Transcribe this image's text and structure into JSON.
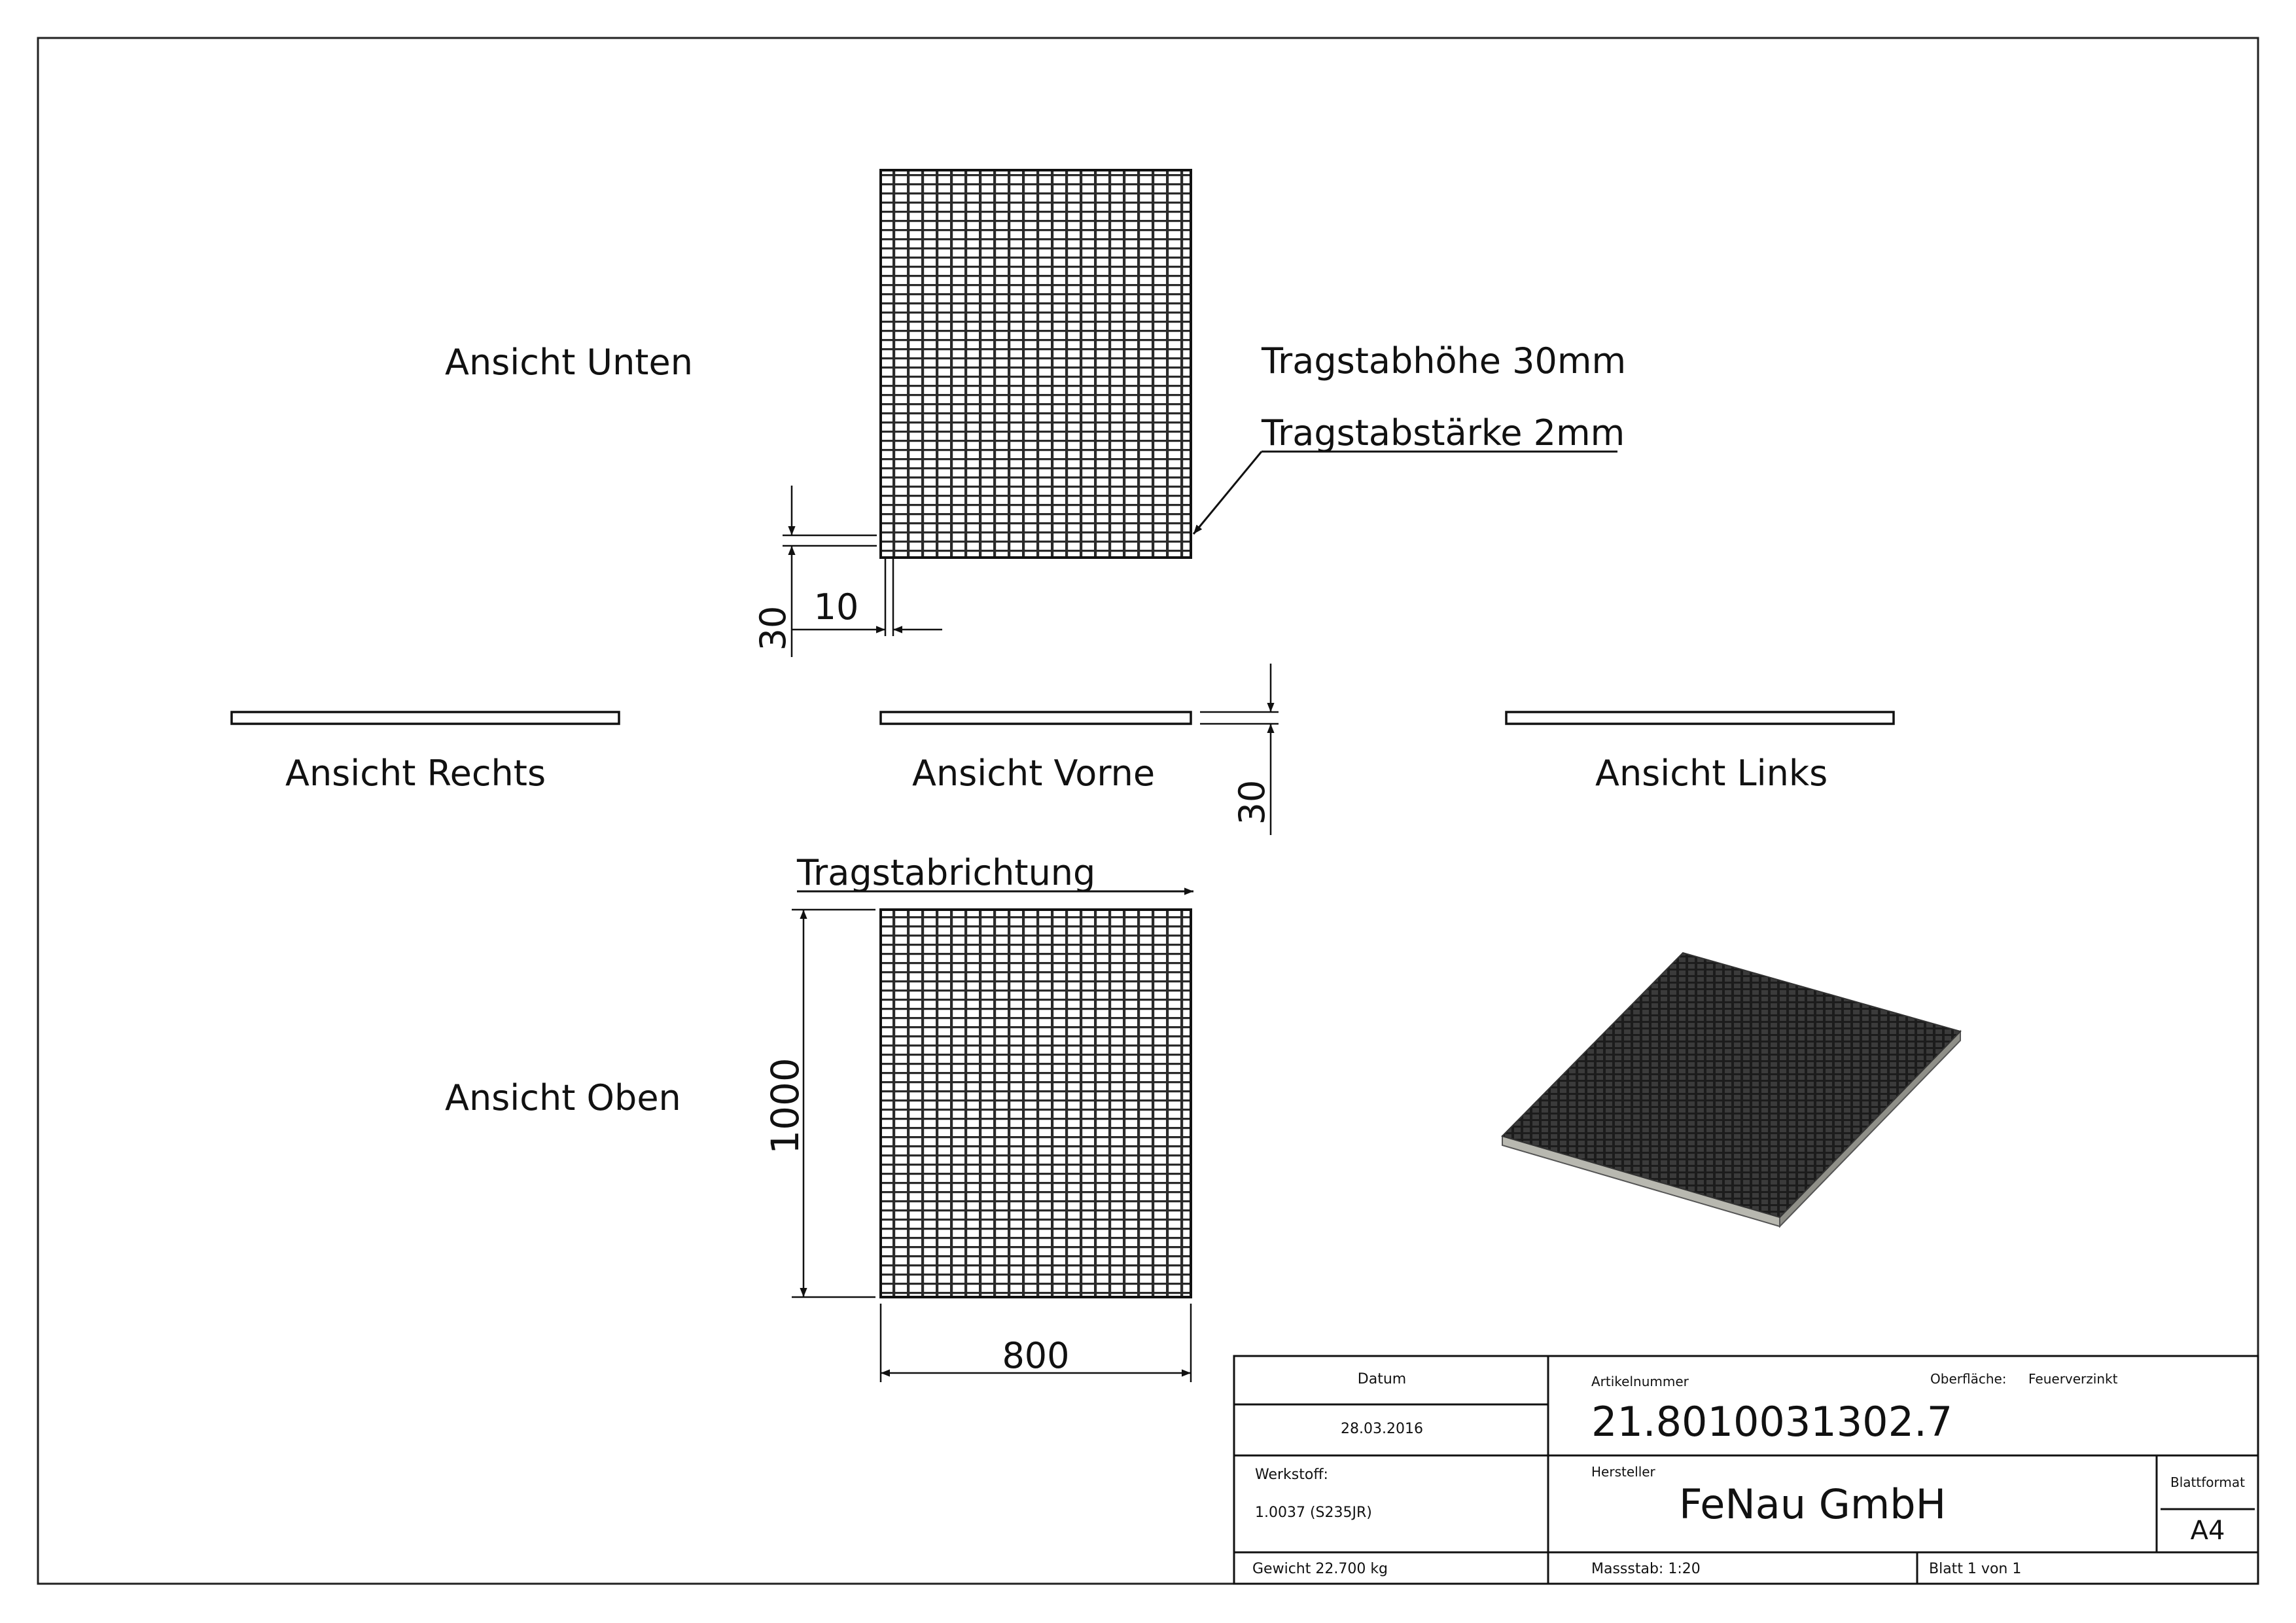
{
  "views": {
    "bottom_label": "Ansicht Unten",
    "right_label": "Ansicht Rechts",
    "front_label": "Ansicht Vorne",
    "left_label": "Ansicht Links",
    "top_label": "Ansicht Oben"
  },
  "annotations": {
    "bar_height": "Tragstabhöhe 30mm",
    "bar_thickness": "Tragstabstärke 2mm",
    "bar_direction": "Tragstabrichtung"
  },
  "dimensions": {
    "mesh_height": "30",
    "mesh_width": "10",
    "grating_thickness": "30",
    "length": "1000",
    "width": "800"
  },
  "title_block": {
    "date_label": "Datum",
    "date_value": "28.03.2016",
    "material_label": "Werkstoff:",
    "material_value": "1.0037 (S235JR)",
    "weight": "Gewicht 22.700 kg",
    "article_label": "Artikelnummer",
    "article_value": "21.8010031302.7",
    "surface_label": "Oberfläche:",
    "surface_value": "Feuerverzinkt",
    "manufacturer_label": "Hersteller",
    "manufacturer_value": "FeNau GmbH",
    "format_label": "Blattformat",
    "format_value": "A4",
    "scale": "Massstab: 1:20",
    "sheet": "Blatt 1 von 1"
  }
}
